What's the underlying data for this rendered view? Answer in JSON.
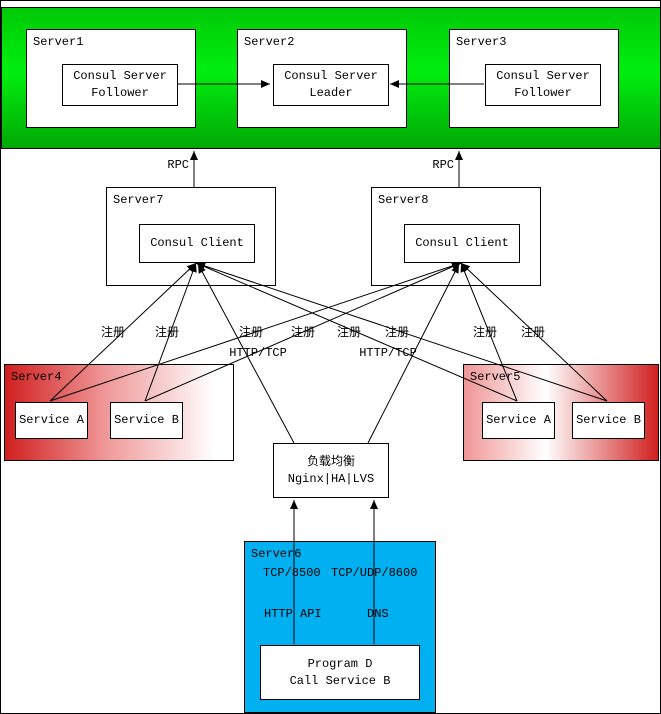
{
  "cluster_band": {
    "servers": [
      {
        "title": "Server1",
        "node": "Consul Server\nFollower"
      },
      {
        "title": "Server2",
        "node": "Consul Server\nLeader"
      },
      {
        "title": "Server3",
        "node": "Consul Server\nFollower"
      }
    ]
  },
  "client_hosts": [
    {
      "title": "Server7",
      "node": "Consul Client"
    },
    {
      "title": "Server8",
      "node": "Consul Client"
    }
  ],
  "service_hosts": [
    {
      "title": "Server4",
      "services": [
        {
          "name": "Service A"
        },
        {
          "name": "Service B"
        }
      ]
    },
    {
      "title": "Server5",
      "services": [
        {
          "name": "Service A"
        },
        {
          "name": "Service B"
        }
      ]
    }
  ],
  "load_balancer": {
    "text": "负载均衡\nNginx|HA|LVS"
  },
  "app_host": {
    "title": "Server6",
    "program": "Program D\nCall Service B",
    "port_labels": {
      "left": "TCP/8500",
      "right": "TCP/UDP/8600"
    },
    "protocol_labels": {
      "left": "HTTP API",
      "right": "DNS"
    }
  },
  "edge_labels": {
    "rpc": "RPC",
    "register": "注册",
    "http_tcp": "HTTP/TCP"
  },
  "colors": {
    "cluster_green": "#00cc00",
    "host_red": "#d01f1f",
    "host_cyan": "#00b0f0"
  },
  "connections": [
    {
      "from": "Server1.Consul Server Follower",
      "to": "Server2.Consul Server Leader",
      "label": ""
    },
    {
      "from": "Server3.Consul Server Follower",
      "to": "Server2.Consul Server Leader",
      "label": ""
    },
    {
      "from": "Server7.Consul Client",
      "to": "Consul server cluster",
      "label": "RPC"
    },
    {
      "from": "Server8.Consul Client",
      "to": "Consul server cluster",
      "label": "RPC"
    },
    {
      "from": "Server4.Service A",
      "to": "Server7.Consul Client",
      "label": "注册"
    },
    {
      "from": "Server4.Service B",
      "to": "Server7.Consul Client",
      "label": "注册"
    },
    {
      "from": "Server5.Service A",
      "to": "Server7.Consul Client",
      "label": "注册"
    },
    {
      "from": "Server5.Service B",
      "to": "Server7.Consul Client",
      "label": "注册"
    },
    {
      "from": "Server4.Service A",
      "to": "Server8.Consul Client",
      "label": "注册"
    },
    {
      "from": "Server4.Service B",
      "to": "Server8.Consul Client",
      "label": "注册"
    },
    {
      "from": "Server5.Service A",
      "to": "Server8.Consul Client",
      "label": "注册"
    },
    {
      "from": "Server5.Service B",
      "to": "Server8.Consul Client",
      "label": "注册"
    },
    {
      "from": "负载均衡",
      "to": "Server7.Consul Client",
      "label": "HTTP/TCP"
    },
    {
      "from": "负载均衡",
      "to": "Server8.Consul Client",
      "label": "HTTP/TCP"
    },
    {
      "from": "Server6.Program D",
      "to": "负载均衡",
      "label": "TCP/8500 HTTP API"
    },
    {
      "from": "Server6.Program D",
      "to": "负载均衡",
      "label": "TCP/UDP/8600 DNS"
    }
  ]
}
